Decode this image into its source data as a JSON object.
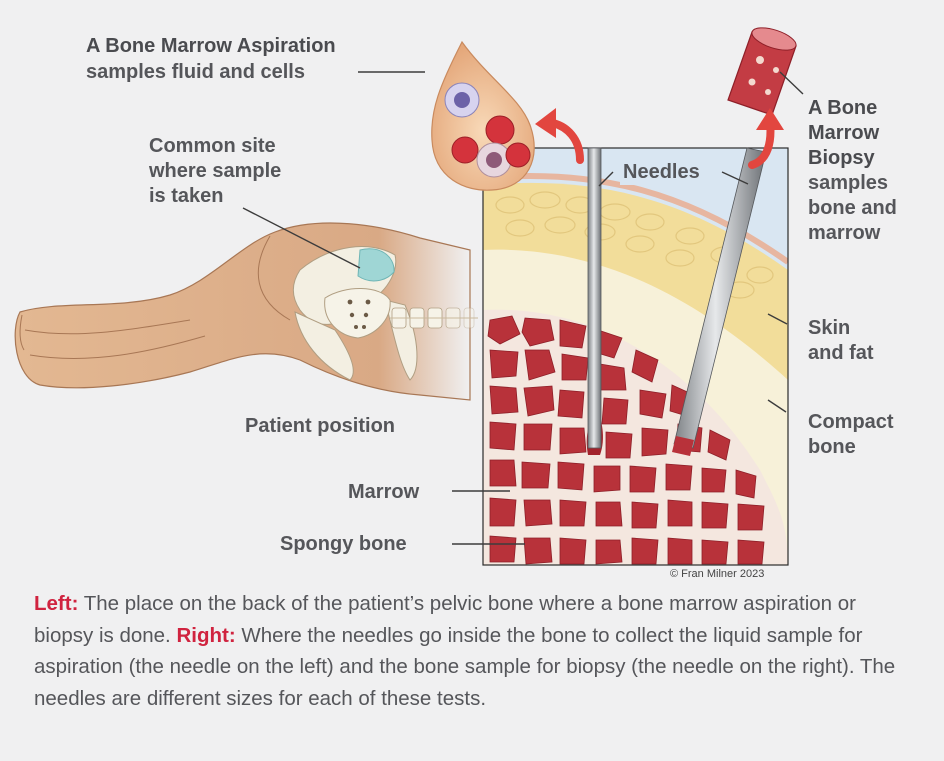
{
  "labels": {
    "aspiration_title": "A Bone Marrow Aspiration",
    "aspiration_sub": "samples fluid and cells",
    "common_site": [
      "Common site",
      "where sample",
      "is taken"
    ],
    "needles": "Needles",
    "biopsy": [
      "A Bone",
      "Marrow",
      "Biopsy",
      "samples",
      "bone and",
      "marrow"
    ],
    "skin_fat": [
      "Skin",
      "and fat"
    ],
    "compact_bone": [
      "Compact",
      "bone"
    ],
    "patient_position": "Patient position",
    "marrow": "Marrow",
    "spongy_bone": "Spongy bone"
  },
  "credit": "© Fran Milner 2023",
  "caption": {
    "left_label": "Left:",
    "left_text": " The place on the back of the patient’s pelvic bone where a bone marrow aspiration or biopsy is done. ",
    "right_label": "Right:",
    "right_text": " Where the needles go inside the bone to collect the liquid sample for aspiration (the needle on the left) and the bone sample for biopsy (the needle on the right). The needles are different sizes for each of these tests."
  },
  "colors": {
    "background": "#f0f0f1",
    "highlight": "#d0233f",
    "label_text": "#55565a",
    "marrow_red": "#b8323a",
    "fat_yellow": "#f2dd9a",
    "skin_tone": "#e0b48e"
  }
}
